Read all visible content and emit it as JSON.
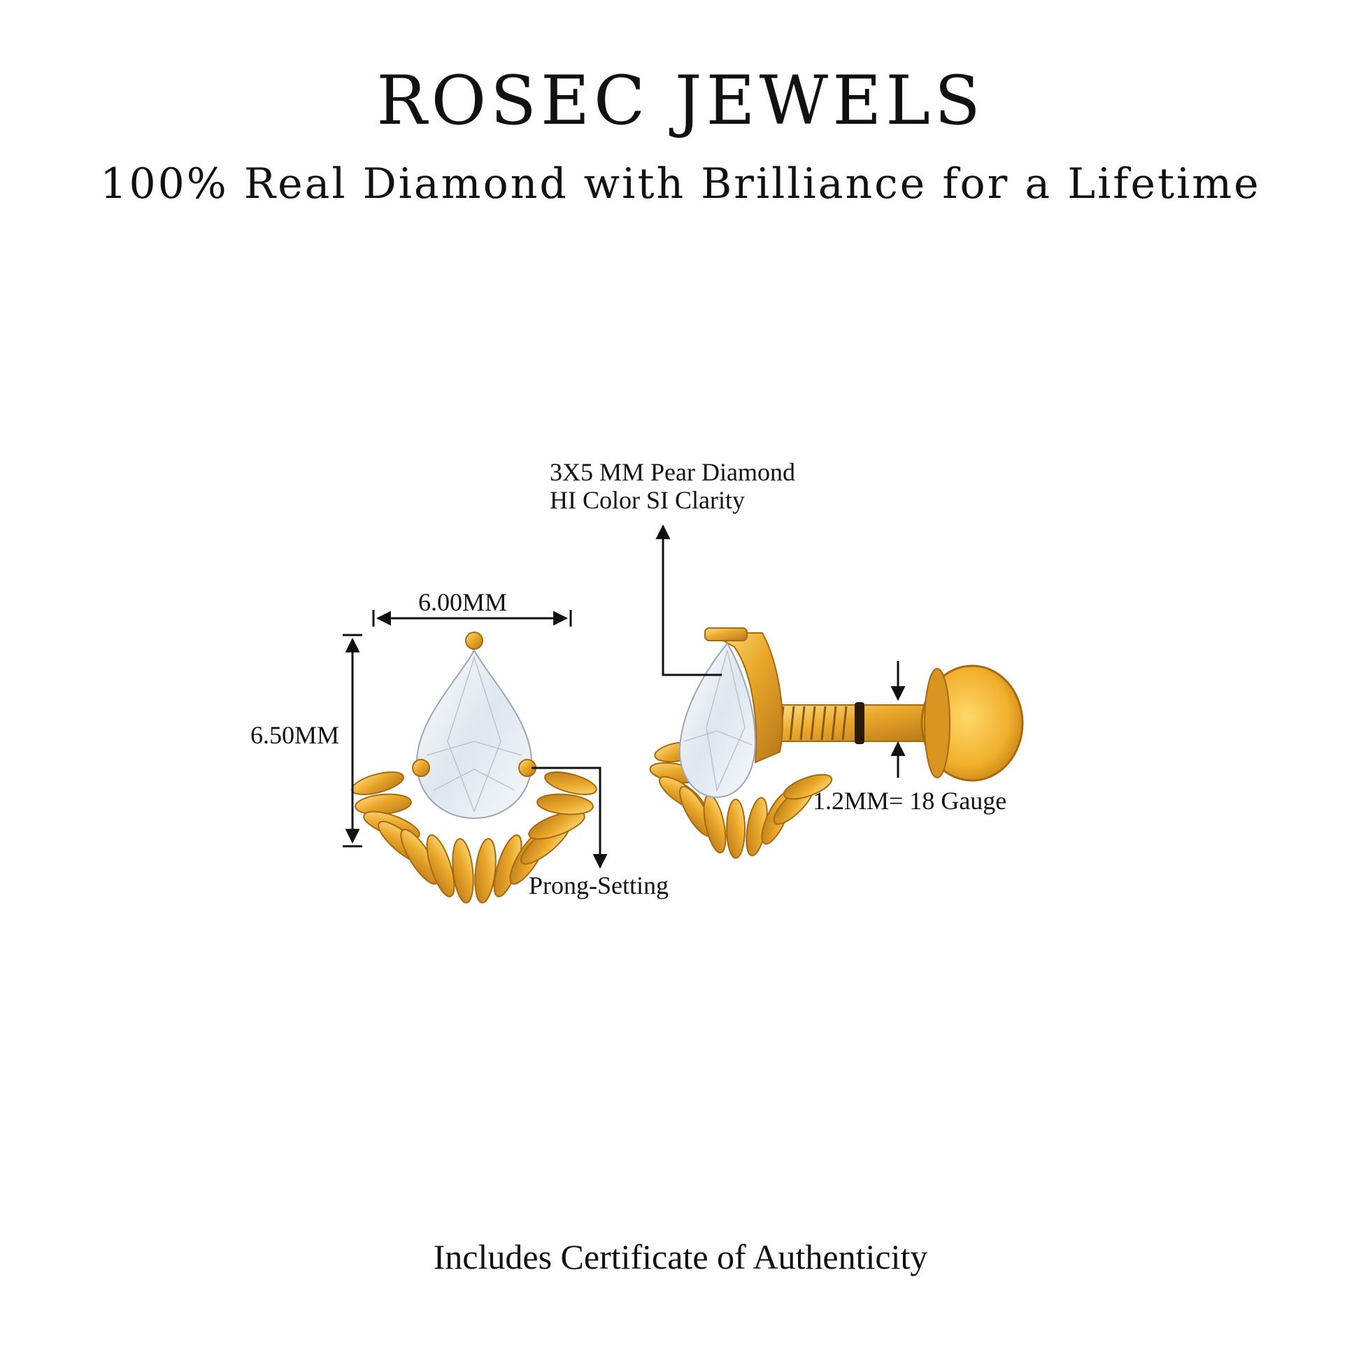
{
  "header": {
    "brand": "ROSEC JEWELS",
    "tagline": "100% Real Diamond with Brilliance for a Lifetime"
  },
  "annotations": {
    "width": "6.00MM",
    "height": "6.50MM",
    "stone_line1": "3X5 MM Pear Diamond",
    "stone_line2": "HI Color SI Clarity",
    "setting": "Prong-Setting",
    "gauge": "1.2MM= 18 Gauge"
  },
  "footer": {
    "certificate": "Includes Certificate of Authenticity"
  },
  "colors": {
    "gold": "#e9a82a",
    "gold_dark": "#b9791a",
    "gold_light": "#ffd77a",
    "diamond": "#eef3f8"
  }
}
